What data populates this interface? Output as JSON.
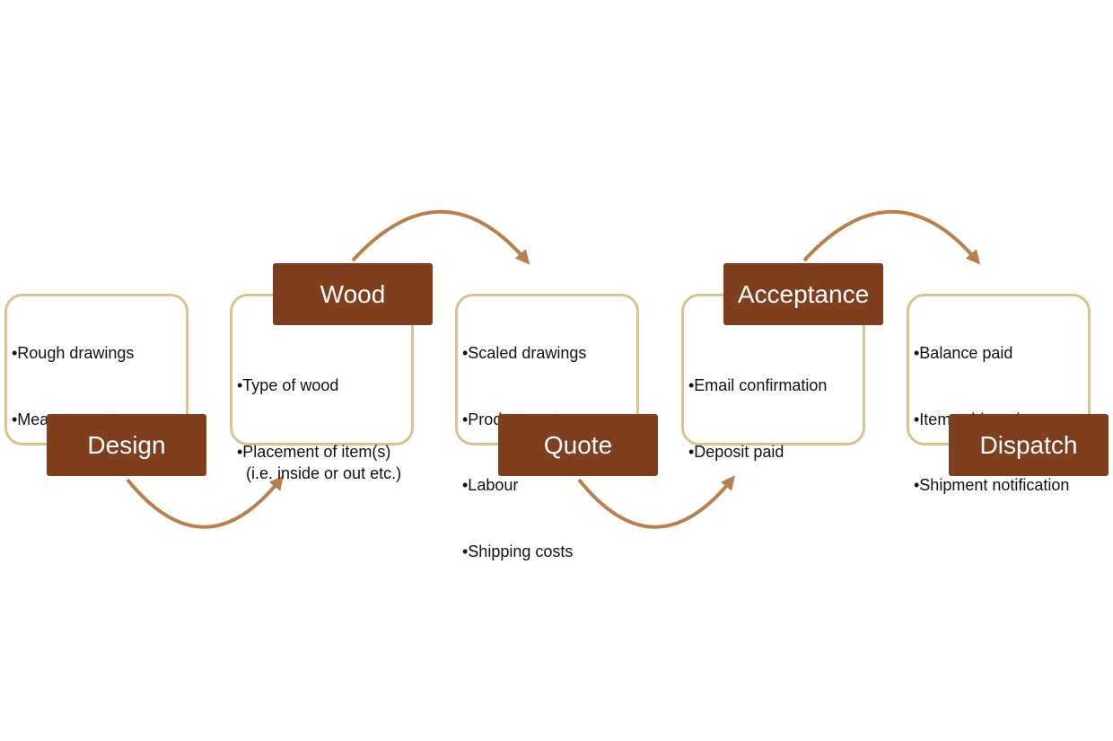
{
  "colors": {
    "stage_fill": "#7F3F1F",
    "stage_text": "#FFFFFF",
    "card_border": "#D7C38E",
    "arrow": "#B8804E",
    "bullet_text": "#111111"
  },
  "steps": [
    {
      "title": "Design",
      "items": [
        "•Rough drawings",
        "•Measurements"
      ]
    },
    {
      "title": "Wood",
      "items": [
        "•Type of wood",
        "•Placement of item(s)\n  (i.e. inside or out etc.)"
      ]
    },
    {
      "title": "Quote",
      "items": [
        "•Scaled drawings",
        "•Product costs",
        "•Labour",
        "•Shipping costs"
      ]
    },
    {
      "title": "Acceptance",
      "items": [
        "•Email confirmation",
        "•Deposit paid"
      ]
    },
    {
      "title": "Dispatch",
      "items": [
        "•Balance paid",
        "•Items shipped",
        "•Shipment notification"
      ]
    }
  ]
}
